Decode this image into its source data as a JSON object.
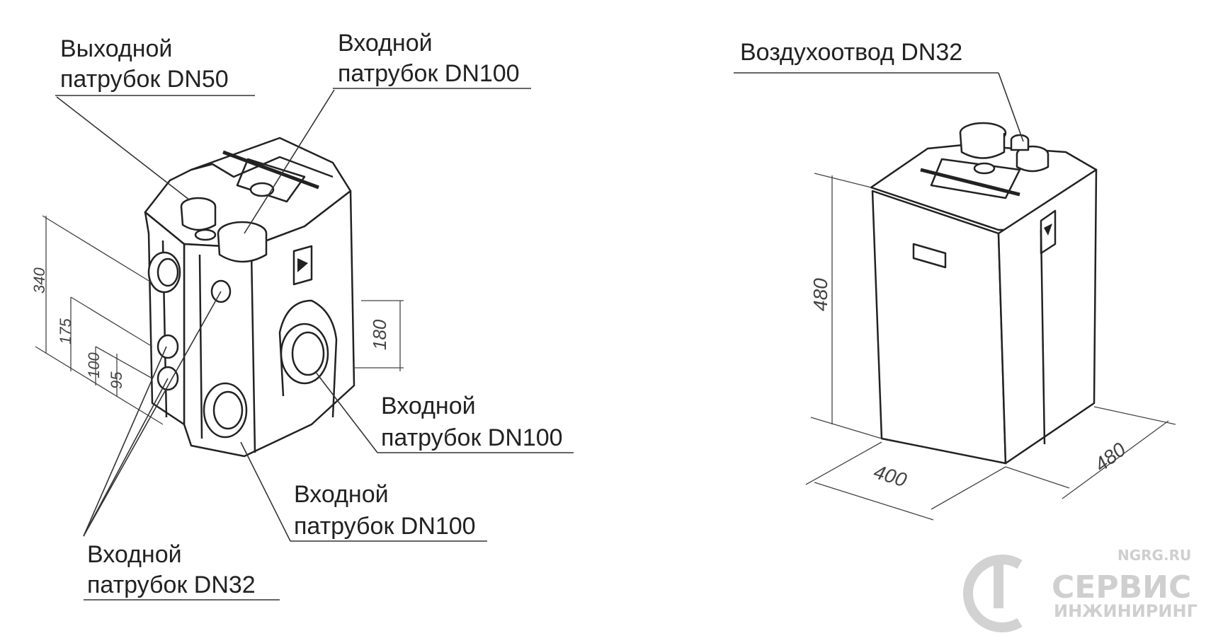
{
  "left_unit": {
    "callouts": {
      "outlet_dn50": {
        "line1": "Выходной",
        "line2": "патрубок DN50"
      },
      "inlet_dn100_top": {
        "line1": "Входной",
        "line2": "патрубок DN100"
      },
      "inlet_dn100_side": {
        "line1": "Входной",
        "line2": "патрубок DN100"
      },
      "inlet_dn100_bottom": {
        "line1": "Входной",
        "line2": "патрубок DN100"
      },
      "inlet_dn32": {
        "line1": "Входной",
        "line2": "патрубок DN32"
      }
    },
    "dimensions": {
      "d340": "340",
      "d175": "175",
      "d100": "100",
      "d95": "95",
      "d180": "180"
    }
  },
  "right_unit": {
    "callouts": {
      "air_vent": "Воздухоотвод DN32"
    },
    "dimensions": {
      "height": "480",
      "width": "400",
      "depth": "480"
    }
  },
  "watermark": {
    "site": "NGRG.RU",
    "brand": "СЕРВИС",
    "sub": "ИНЖИНИРИНГ"
  }
}
